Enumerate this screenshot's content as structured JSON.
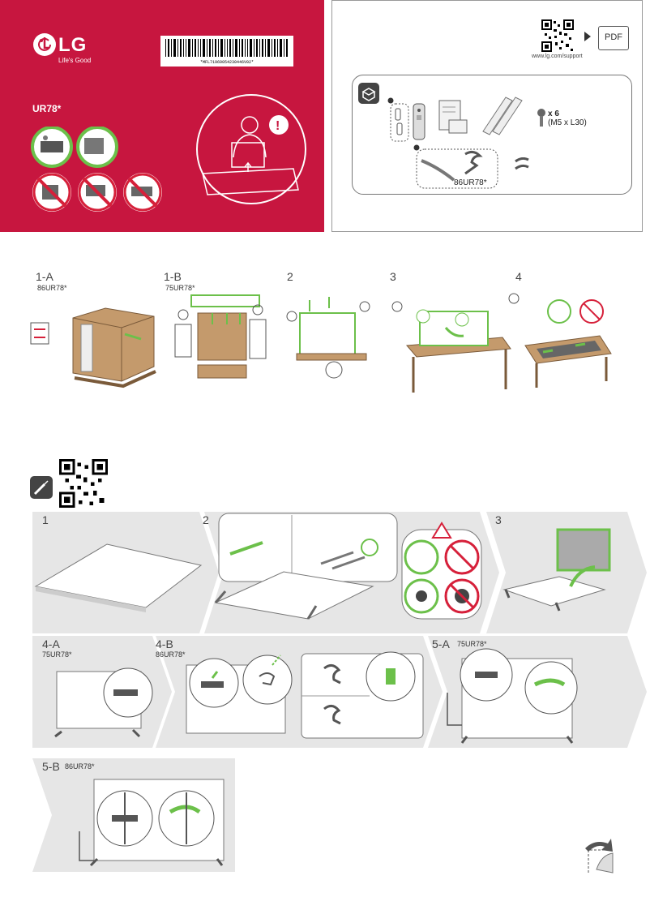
{
  "cover": {
    "brand": "LG",
    "tagline": "Life's Good",
    "barcode_text": "*MFL71969054230446V02*",
    "model": "UR78*"
  },
  "support": {
    "url": "www.lg.com/support",
    "pdf_label": "PDF"
  },
  "contents": {
    "screw_count": "x 6",
    "screw_spec": "(M5 x L30)",
    "cable_holder_model": "86UR78*"
  },
  "unpack_steps": [
    {
      "label": "1-A",
      "model": "86UR78*"
    },
    {
      "label": "1-B",
      "model": "75UR78*"
    },
    {
      "label": "2",
      "model": ""
    },
    {
      "label": "3",
      "model": ""
    },
    {
      "label": "4",
      "model": ""
    }
  ],
  "assembly_steps": {
    "s1": "1",
    "s2": "2",
    "s3": "3",
    "s4a": "4-A",
    "s4a_model": "75UR78*",
    "s4b": "4-B",
    "s4b_model": "86UR78*",
    "s5a": "5-A",
    "s5a_model": "75UR78*",
    "s5b": "5-B",
    "s5b_model": "86UR78*"
  },
  "colors": {
    "brand_red": "#c7163f",
    "accent_green": "#6cc04a",
    "prohibit_red": "#d6203a",
    "band_gray": "#e6e6e6"
  }
}
